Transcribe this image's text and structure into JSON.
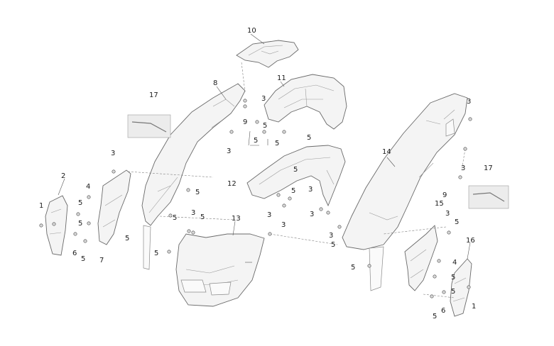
{
  "callouts": [
    "10",
    "8",
    "11",
    "3",
    "9",
    "5",
    "5",
    "3",
    "17",
    "5",
    "5",
    "3",
    "12",
    "5",
    "5",
    "3",
    "4",
    "2",
    "1",
    "5",
    "5",
    "6",
    "5",
    "7",
    "3",
    "5",
    "5",
    "13",
    "5",
    "5",
    "3",
    "3",
    "14",
    "3",
    "17",
    "3",
    "9",
    "15",
    "3",
    "5",
    "4",
    "5",
    "5",
    "16",
    "5",
    "1",
    "6",
    "5",
    "5",
    "3",
    "5",
    "3"
  ]
}
